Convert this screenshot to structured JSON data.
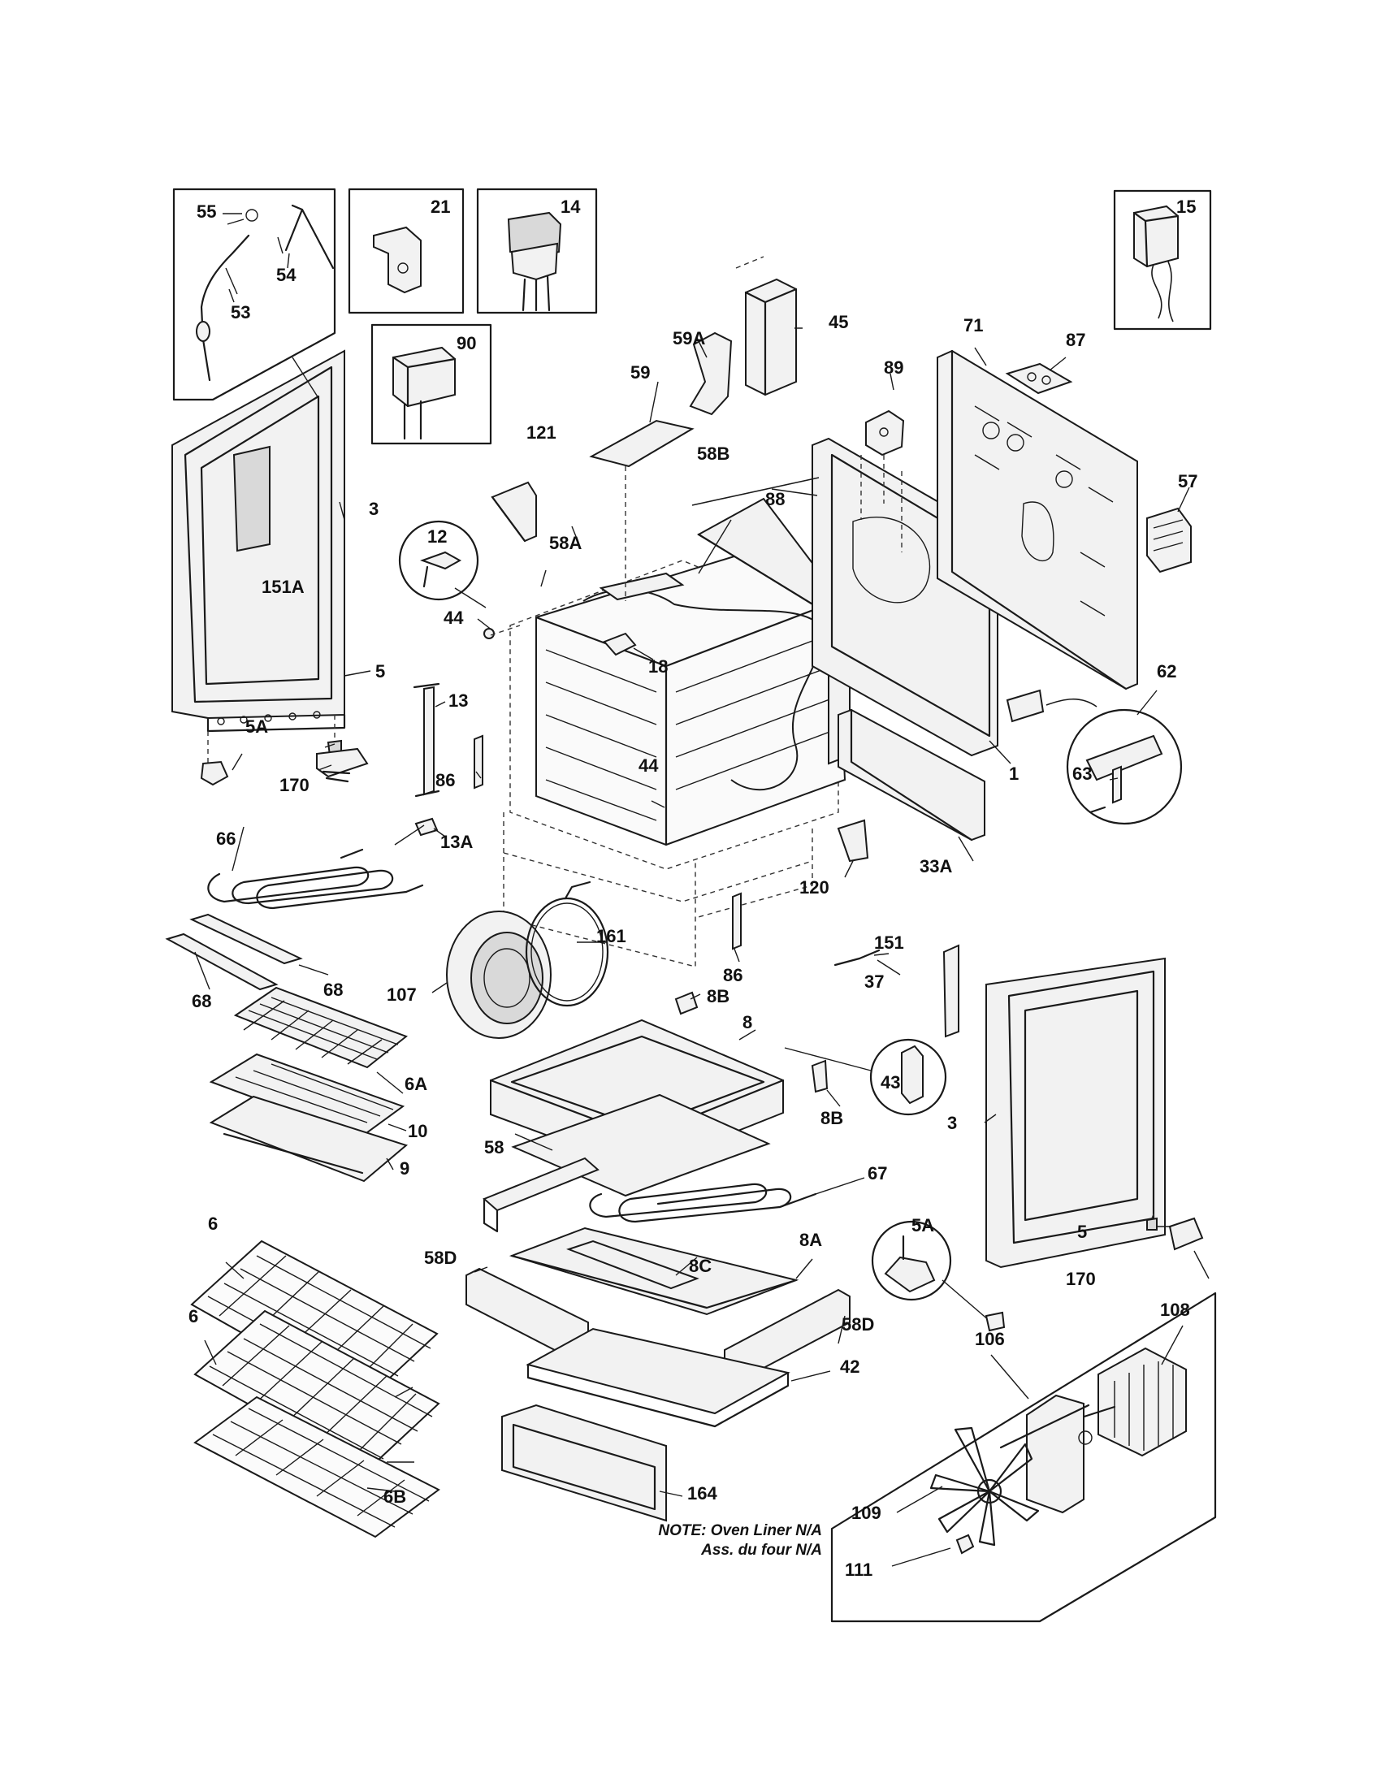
{
  "labels": {
    "p55": "55",
    "p54": "54",
    "p53": "53",
    "p21": "21",
    "p14": "14",
    "p15": "15",
    "p90": "90",
    "p45": "45",
    "p59A": "59A",
    "p59": "59",
    "p121": "121",
    "p89": "89",
    "p71": "71",
    "p87": "87",
    "p58B": "58B",
    "p88": "88",
    "p57": "57",
    "p3a": "3",
    "p151A": "151A",
    "p12": "12",
    "p58A": "58A",
    "p44a": "44",
    "p18": "18",
    "p5a": "5",
    "p13": "13",
    "p5Aa": "5A",
    "p170a": "170",
    "p86a": "86",
    "p44b": "44",
    "p62": "62",
    "p1": "1",
    "p63": "63",
    "p66": "66",
    "p13A": "13A",
    "p33A": "33A",
    "p120": "120",
    "p161": "161",
    "p86b": "86",
    "p68a": "68",
    "p68b": "68",
    "p107": "107",
    "p8B": "8B",
    "p151": "151",
    "p37": "37",
    "p8": "8",
    "p6A": "6A",
    "p43": "43",
    "p10": "10",
    "p8Bb": "8B",
    "p3b": "3",
    "p58": "58",
    "p9": "9",
    "p67": "67",
    "p6a": "6",
    "p5Ab": "5A",
    "p5b": "5",
    "p58Da": "58D",
    "p8A": "8A",
    "p8C": "8C",
    "p170b": "170",
    "p108": "108",
    "p6b": "6",
    "p58Db": "58D",
    "p106": "106",
    "p42": "42",
    "p109": "109",
    "p6B": "6B",
    "p164": "164",
    "p111": "111"
  },
  "note": {
    "line1": "NOTE: Oven Liner N/A",
    "line2": "Ass. du four N/A"
  }
}
